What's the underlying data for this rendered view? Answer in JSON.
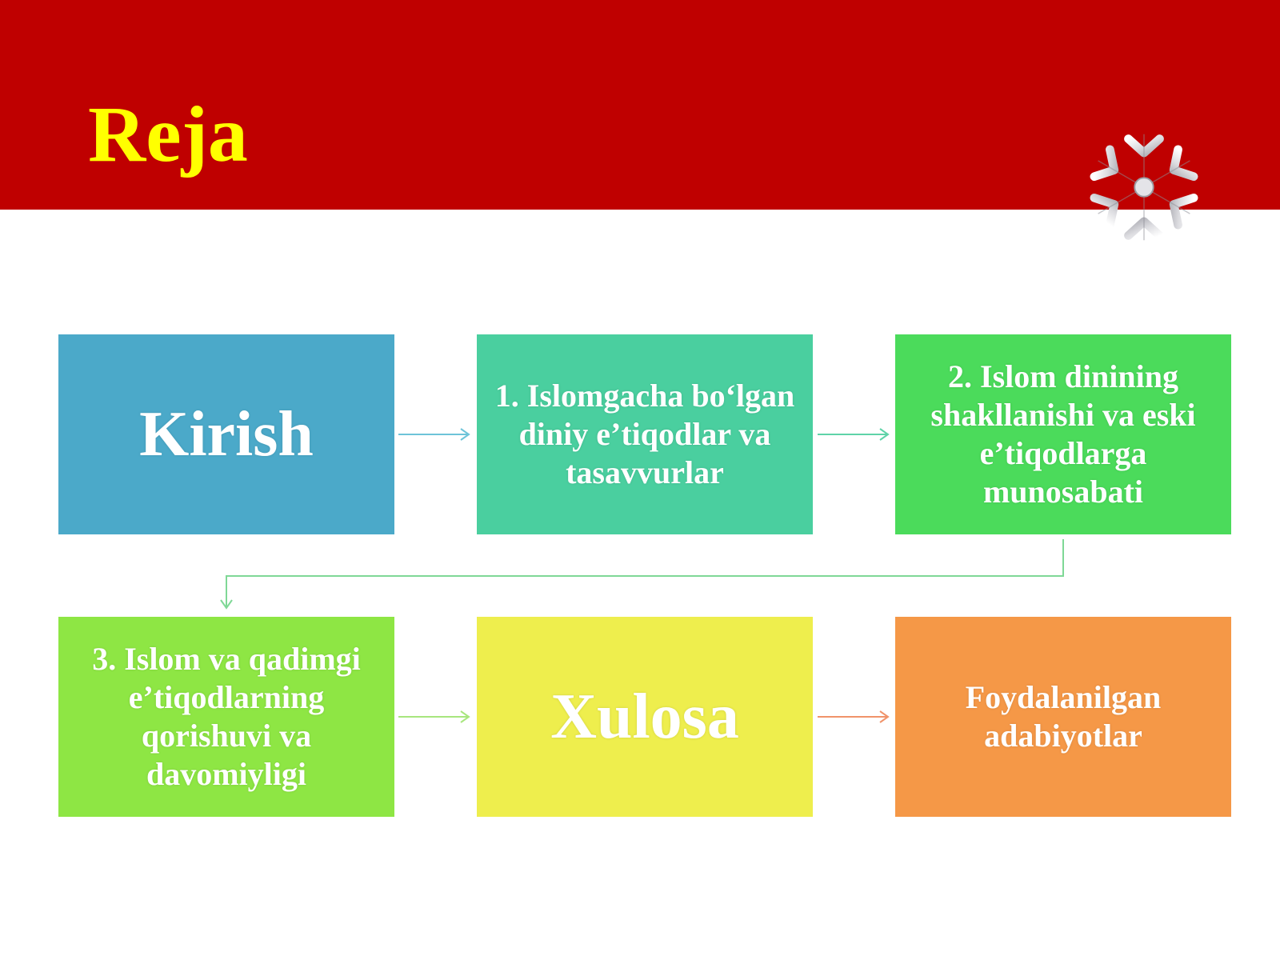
{
  "slide": {
    "title": "Reja"
  },
  "colors": {
    "banner": "#bf0000",
    "title": "#ffff00",
    "box_text": "#ffffff"
  },
  "icons": {
    "decoration": "snowflake-icon"
  },
  "steps": [
    {
      "label": "Kirish",
      "color": "#4ba9c9"
    },
    {
      "label": "1. Islomgacha bo‘lgan diniy e’tiqodlar va tasavvurlar",
      "color": "#4acf9f"
    },
    {
      "label": "2. Islom dinining shakllanishi va eski e’tiqodlarga munosabati",
      "color": "#4bdb5b"
    },
    {
      "label": "3. Islom va qadimgi e’tiqodlarning qorishuvi va davomiyligi",
      "color": "#8ee644"
    },
    {
      "label": "Xulosa",
      "color": "#eeee4d"
    },
    {
      "label": "Foydalanilgan adabiyotlar",
      "color": "#f59847"
    }
  ],
  "connector_colors": [
    "#6ec4d9",
    "#5fd3a8",
    "#7fd896",
    "#a8e67e",
    "#f0936a"
  ]
}
